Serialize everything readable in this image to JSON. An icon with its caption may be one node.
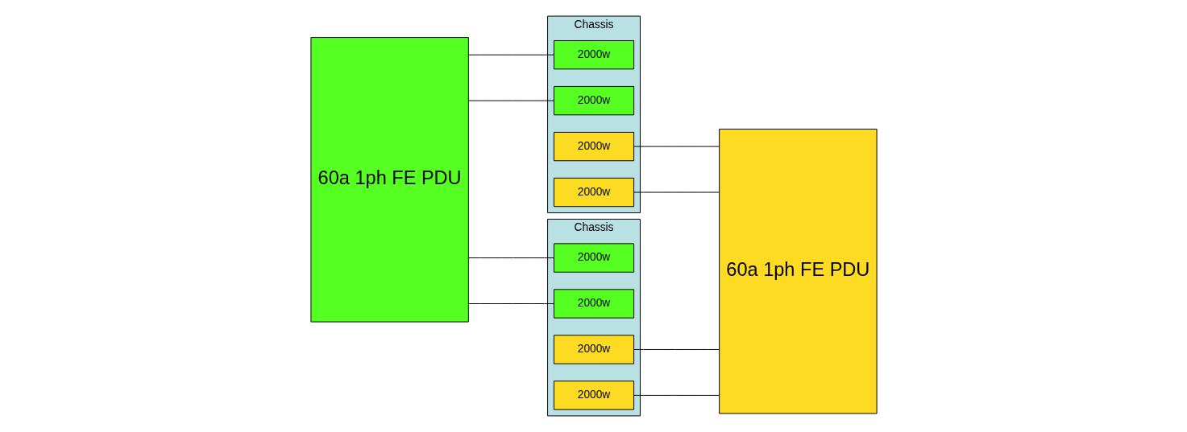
{
  "diagram": {
    "nodes": [
      {
        "text": [
          "60a 1ph FE PDU"
        ]
      },
      {
        "text": [
          "Chassis"
        ]
      },
      {
        "text": [
          "2000w"
        ],
        "in": 1
      },
      {
        "text": [
          "2000w"
        ],
        "in": 1
      },
      {
        "text": [
          "2000w"
        ],
        "in": 1
      },
      {
        "text": [
          "2000w"
        ],
        "in": 1
      },
      {
        "text": [
          "Chassis"
        ]
      },
      {
        "text": [
          "2000w"
        ],
        "in": 6
      },
      {
        "text": [
          "2000w"
        ],
        "in": 6
      },
      {
        "text": [
          "2000w"
        ],
        "in": 6
      },
      {
        "text": [
          "2000w"
        ],
        "in": 6
      },
      {
        "text": [
          "60a 1ph FE PDU"
        ]
      }
    ],
    "edges": [
      {
        "from": 0,
        "to": 3,
        "arrow": "none"
      },
      {
        "from": 0,
        "to": 2,
        "arrow": "none"
      },
      {
        "from": 5,
        "to": 11,
        "arrow": "none"
      },
      {
        "from": 4,
        "to": 11,
        "arrow": "none"
      },
      {
        "from": 0,
        "to": 8,
        "arrow": "none"
      },
      {
        "from": 0,
        "to": 7,
        "arrow": "none"
      },
      {
        "from": 10,
        "to": 11,
        "arrow": "none"
      },
      {
        "from": 9,
        "to": 11,
        "arrow": "none"
      }
    ]
  }
}
